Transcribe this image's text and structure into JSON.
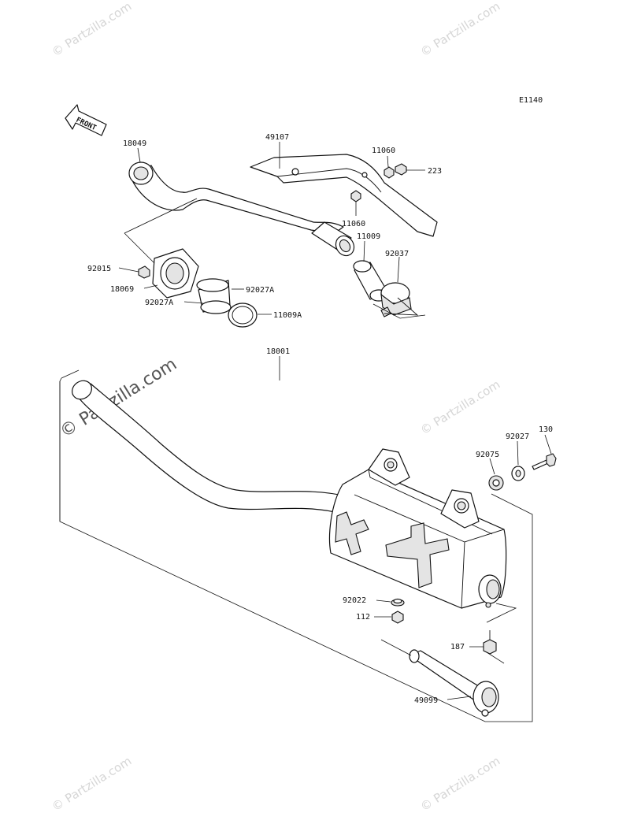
{
  "diagram_code": "E1140",
  "front_label": "FRONT",
  "watermark": "© Partzilla.com",
  "parts": {
    "p18049": "18049",
    "p49107": "49107",
    "p11060a": "11060",
    "p223": "223",
    "p11060b": "11060",
    "p11009": "11009",
    "p92037": "92037",
    "p92015": "92015",
    "p18069": "18069",
    "p92027A_r": "92027A",
    "p92027A_l": "92027A",
    "p11009A": "11009A",
    "p18001": "18001",
    "p130": "130",
    "p92027": "92027",
    "p92075": "92075",
    "p92022": "92022",
    "p112": "112",
    "p187": "187",
    "p49099": "49099"
  }
}
